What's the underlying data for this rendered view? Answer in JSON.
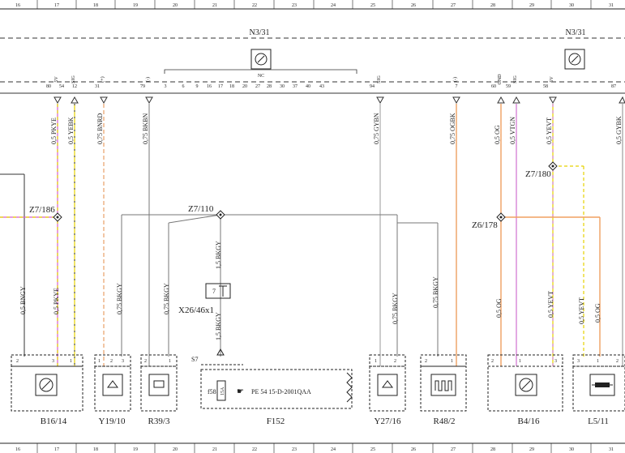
{
  "grid_numbers": [
    "16",
    "17",
    "18",
    "19",
    "20",
    "21",
    "22",
    "23",
    "24",
    "25",
    "26",
    "27",
    "28",
    "29",
    "30",
    "31"
  ],
  "header": {
    "left_unit": "N3/31",
    "right_unit": "N3/31",
    "nc_label": "NC",
    "pins": [
      "80",
      "54",
      "12",
      "31",
      "79",
      "3",
      "6",
      "9",
      "16",
      "17",
      "18",
      "20",
      "27",
      "28",
      "30",
      "37",
      "40",
      "43",
      "94",
      "7",
      "60",
      "59",
      "58",
      "87"
    ],
    "pin_tags": [
      "5V",
      "SIG",
      "(+)",
      "(-)",
      "SIG",
      "(-)",
      "GND",
      "SIG",
      "5V"
    ]
  },
  "wires": [
    {
      "label": "0,5 PKYE",
      "color": "#d75fc8"
    },
    {
      "label": "0,5 YEBK",
      "color": "#e6d200"
    },
    {
      "label": "0,75 BNRD",
      "color": "#e8a068"
    },
    {
      "label": "0,75 BKBN",
      "color": "#777777"
    },
    {
      "label": "0,75 GYBN",
      "color": "#999999"
    },
    {
      "label": "0,75 OGBK",
      "color": "#e89048"
    },
    {
      "label": "0,5 OG",
      "color": "#f0a060"
    },
    {
      "label": "0,5 VTGN",
      "color": "#d070d0"
    },
    {
      "label": "0,5 YEVT",
      "color": "#e6d200"
    },
    {
      "label": "0,5 GYBK",
      "color": "#888888"
    }
  ],
  "lower_wires": [
    {
      "label": "0,5 BNGY"
    },
    {
      "label": "0,5 PKYE"
    },
    {
      "label": "0,75 BKGY"
    },
    {
      "label": "0,75 BKGY"
    },
    {
      "label": "1,5 BKGY"
    },
    {
      "label": "1,5 BKGY"
    },
    {
      "label": "0,75 BKGY"
    },
    {
      "label": "0,75 BKGY"
    },
    {
      "label": "0,5 OG"
    },
    {
      "label": "0,5 YEVT"
    },
    {
      "label": "0,5 YEVT"
    },
    {
      "label": "0,5 OG"
    }
  ],
  "splices": [
    "Z7/186",
    "Z7/110",
    "Z7/180",
    "Z6/178"
  ],
  "connector": {
    "name": "X26/46x1",
    "pin": "7"
  },
  "fuse_box": {
    "switch": "S7",
    "fuse": "f58",
    "rating": "15A",
    "reference": "PE 54 15-D-2001QAA"
  },
  "components": [
    {
      "id": "B16/14",
      "pins": [
        "2",
        "3",
        "1"
      ],
      "icon": "sensor-icon"
    },
    {
      "id": "Y19/10",
      "pins": [
        "1",
        "2",
        "3"
      ],
      "icon": "valve-icon"
    },
    {
      "id": "R39/3",
      "pins": [
        "2",
        "1"
      ],
      "icon": "resistor-icon"
    },
    {
      "id": "F152",
      "pins": [],
      "icon": "fuse-icon"
    },
    {
      "id": "Y27/16",
      "pins": [
        "1",
        "2"
      ],
      "icon": "valve-icon"
    },
    {
      "id": "R48/2",
      "pins": [
        "2",
        "1"
      ],
      "icon": "heater-icon"
    },
    {
      "id": "B4/16",
      "pins": [
        "2",
        "1",
        "3"
      ],
      "icon": "sensor-icon"
    },
    {
      "id": "L5/11",
      "pins": [
        "3",
        "1",
        "2"
      ],
      "icon": "coil-icon"
    }
  ],
  "colors": {
    "pink": "#d75fc8",
    "yellow": "#e6d200",
    "orange": "#f0a060",
    "gray": "#888888",
    "black": "#222222"
  }
}
